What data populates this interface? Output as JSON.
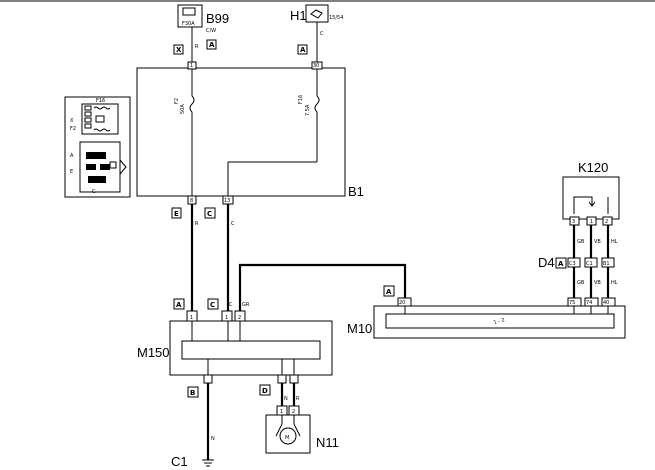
{
  "components": {
    "b99": {
      "name": "B99",
      "inner_label": "F30A",
      "wire_code": "C/W"
    },
    "h1": {
      "name": "H1",
      "pin_label": "15/54"
    },
    "b1": {
      "name": "B1"
    },
    "k120": {
      "name": "K120",
      "pins": [
        "3",
        "1",
        "2"
      ]
    },
    "d4": {
      "name": "D4"
    },
    "m10": {
      "name": "M10",
      "pins": [
        "20",
        "75",
        "74",
        "40"
      ],
      "inner_label": "1 - 2"
    },
    "m150": {
      "name": "M150",
      "pins": [
        "1",
        "1",
        "2"
      ]
    },
    "n11": {
      "name": "N11",
      "pins": [
        "1",
        "2"
      ],
      "motor_symbol": "M"
    },
    "c1": {
      "name": "C1"
    }
  },
  "fuses": {
    "f2": {
      "name": "F2",
      "rating": "50A"
    },
    "f16": {
      "name": "F16",
      "rating": "7.5A"
    }
  },
  "connectors": {
    "x_b99": "X",
    "a_b99": "A",
    "a_h1": "A",
    "e_b1": "E",
    "c_b1": "C",
    "a_m150": "A",
    "c_m150": "C",
    "a_m10": "A",
    "a_d4": "A",
    "b_m150": "B",
    "d_m150": "D"
  },
  "pins": {
    "b1_top_left": "1",
    "b1_top_right": "30",
    "b1_bottom_left": "8",
    "b1_bottom_right": "13",
    "d4_pins": [
      "C3",
      "C1",
      "B1"
    ]
  },
  "wire_colors": {
    "b99_out": "R",
    "h1_out": "C",
    "b1_left": "R",
    "b1_right": "C",
    "m150_in_c": "C",
    "m150_in_gr": "GR",
    "k120_pins": [
      "GB",
      "VB",
      "HL"
    ],
    "d4_pins": [
      "GB",
      "VB",
      "HL"
    ],
    "m150_to_c1": "N",
    "n11_wires": [
      "N",
      "R"
    ]
  },
  "inset_legend": {
    "title": "F16",
    "labels": [
      "X",
      "F2",
      "A",
      "E",
      "C"
    ]
  }
}
